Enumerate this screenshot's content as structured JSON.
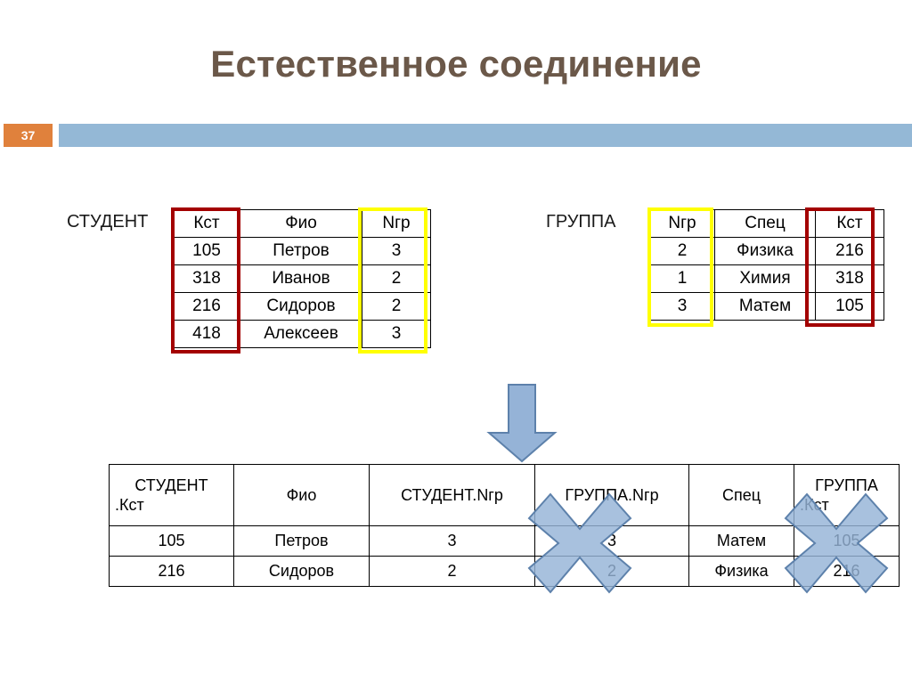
{
  "slide": {
    "title": "Естественное соединение",
    "number": "37",
    "accent_orange": "#e0813c",
    "accent_blue": "#94b8d6",
    "title_color": "#6b5849",
    "highlight_red": "#a30000",
    "highlight_yellow": "#ffff00",
    "shape_fill": "#95b3d7",
    "shape_stroke": "#5d81ab"
  },
  "student_table": {
    "caption": "СТУДЕНТ",
    "headers": [
      "Кст",
      "Фио",
      "Nгр"
    ],
    "rows": [
      [
        "105",
        "Петров",
        "3"
      ],
      [
        "318",
        "Иванов",
        "2"
      ],
      [
        "216",
        "Сидоров",
        "2"
      ],
      [
        "418",
        "Алексеев",
        "3"
      ]
    ]
  },
  "group_table": {
    "caption": "ГРУППА",
    "headers": [
      "Nгр",
      "Спец",
      "Кст"
    ],
    "rows": [
      [
        "2",
        "Физика",
        "216"
      ],
      [
        "1",
        "Химия",
        "318"
      ],
      [
        "3",
        "Матем",
        "105"
      ]
    ]
  },
  "result_table": {
    "headers": [
      {
        "line1": "СТУДЕНТ",
        "line2": ".Кст"
      },
      {
        "line1": "Фио",
        "line2": ""
      },
      {
        "line1": "СТУДЕНТ.Nгр",
        "line2": ""
      },
      {
        "line1": "ГРУППА.Nгр",
        "line2": ""
      },
      {
        "line1": "Спец",
        "line2": ""
      },
      {
        "line1": "ГРУППА",
        "line2": ".Кст"
      }
    ],
    "rows": [
      [
        "105",
        "Петров",
        "3",
        "3",
        "Матем",
        "105"
      ],
      [
        "216",
        "Сидоров",
        "2",
        "2",
        "Физика",
        "216"
      ]
    ]
  },
  "annotations": {
    "arrow": "down-arrow",
    "crosses": [
      "cross-over-gruppa-ngr",
      "cross-over-gruppa-kst"
    ]
  }
}
